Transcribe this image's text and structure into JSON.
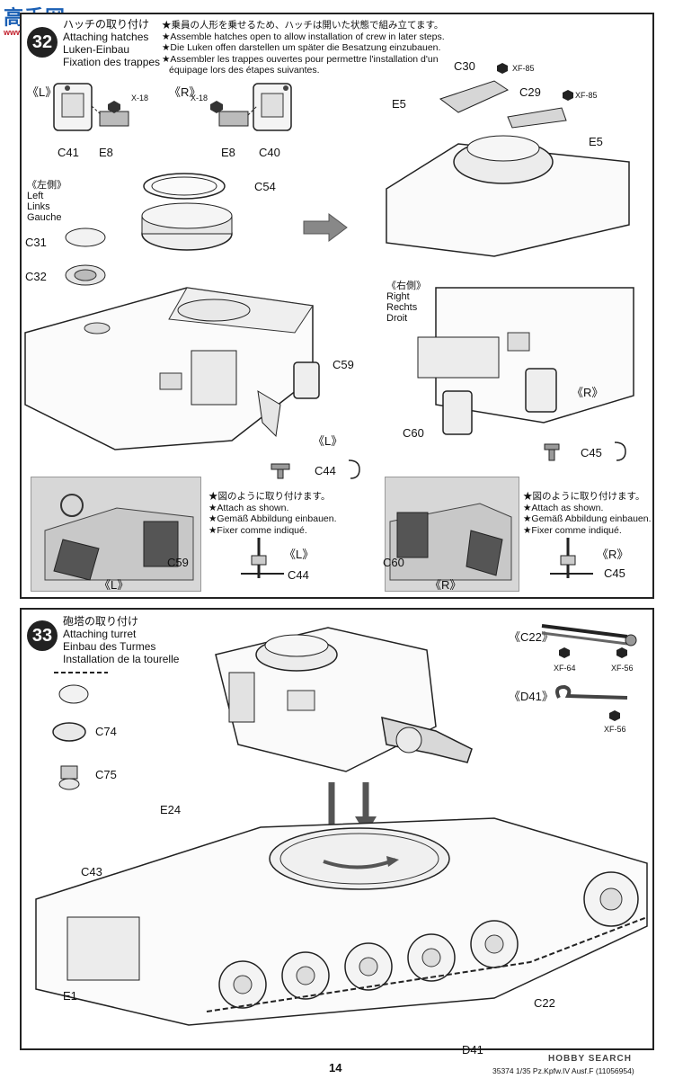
{
  "watermark": {
    "logo_text": "高手网",
    "url": "www.gaoshou.net"
  },
  "step32": {
    "number": "32",
    "title_jp": "ハッチの取り付け",
    "title_en": "Attaching hatches",
    "title_de": "Luken-Einbau",
    "title_fr": "Fixation des trappes",
    "notes": [
      "★乗員の人形を乗せるため、ハッチは開いた状態で組み立てます。",
      "★Assemble hatches open to allow installation of crew in later steps.",
      "★Die Luken offen darstellen um später die Besatzung einzubauen.",
      "★Assembler les trappes ouvertes pour permettre l'installation d'un",
      "équipage lors des étapes suivantes."
    ],
    "left_mark": "《L》",
    "right_mark": "《R》",
    "left_side": [
      "《左側》",
      "Left",
      "Links",
      "Gauche"
    ],
    "right_side": [
      "《右側》",
      "Right",
      "Rechts",
      "Droit"
    ],
    "parts": {
      "c41": "C41",
      "e8_left": "E8",
      "x18_left": "X-18",
      "x18_right": "X-18",
      "e8_right": "E8",
      "c40": "C40",
      "c54": "C54",
      "c31": "C31",
      "c32": "C32",
      "c59": "C59",
      "c44": "C44",
      "c60": "C60",
      "c45": "C45",
      "c30": "C30",
      "c29": "C29",
      "e5_left": "E5",
      "e5_right": "E5",
      "xf85_a": "XF-85",
      "xf85_b": "XF-85"
    },
    "attach_note": [
      "★図のように取り付けます。",
      "★Attach as shown.",
      "★Gemäß Abbildung einbauen.",
      "★Fixer comme indiqué."
    ],
    "attach_note_right": [
      "★図のように取り付けます。",
      "★Attach as shown.",
      "★Gemäß Abbildung einbauen.",
      "★Fixer comme indiqué."
    ],
    "inset_left": {
      "c59": "C59",
      "mark": "《L》",
      "detail_mark": "《L》",
      "c44": "C44"
    },
    "inset_right": {
      "c60": "C60",
      "mark": "《R》",
      "detail_mark": "《R》",
      "c45": "C45"
    },
    "mark_l_bottom": "《L》",
    "mark_r_mid": "《R》"
  },
  "step33": {
    "number": "33",
    "title_jp": "砲塔の取り付け",
    "title_en": "Attaching turret",
    "title_de": "Einbau des Turmes",
    "title_fr": "Installation de la tourelle",
    "parts": {
      "c74": "C74",
      "c75": "C75",
      "e24": "E24",
      "c43": "C43",
      "e1": "E1",
      "c22": "C22",
      "d41": "D41"
    },
    "c22_mark": "《C22》",
    "d41_mark": "《D41》",
    "paints": {
      "xf64": "XF-64",
      "xf56_a": "XF-56",
      "xf56_b": "XF-56"
    }
  },
  "footer": {
    "page_number": "14",
    "code": "35374  1/35 Pz.Kpfw.IV Ausf.F (11056954)",
    "hobby_logo": "HOBBY SEARCH"
  },
  "colors": {
    "ink": "#111111",
    "badge": "#222222",
    "inset": "#d7d7d7",
    "arrow": "#555555"
  }
}
